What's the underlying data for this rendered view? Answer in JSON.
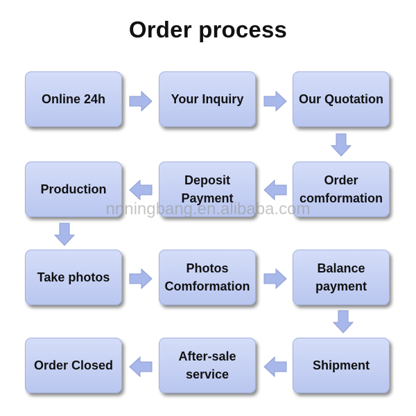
{
  "title": "Order process",
  "steps": [
    {
      "lines": [
        "Online 24h"
      ]
    },
    {
      "lines": [
        "Your Inquiry"
      ]
    },
    {
      "lines": [
        "Our Quotation"
      ]
    },
    {
      "lines": [
        "Order",
        "comformation"
      ]
    },
    {
      "lines": [
        "Deposit",
        "Payment"
      ]
    },
    {
      "lines": [
        "Production"
      ]
    },
    {
      "lines": [
        "Take photos"
      ]
    },
    {
      "lines": [
        "Photos",
        "Comformation"
      ]
    },
    {
      "lines": [
        "Balance",
        "payment"
      ]
    },
    {
      "lines": [
        "Shipment"
      ]
    },
    {
      "lines": [
        "After-sale",
        "service"
      ]
    },
    {
      "lines": [
        "Order Closed"
      ]
    }
  ],
  "arrows": [
    "right",
    "right",
    "down",
    "left",
    "left",
    "down",
    "right",
    "right",
    "down",
    "left",
    "left"
  ],
  "watermark": "nnningbang.en.alibaba.com",
  "colors": {
    "box_fill": "#c8d3f5",
    "box_border": "#a3b1de",
    "arrow_fill": "#a8b8ea",
    "text": "#111111"
  }
}
